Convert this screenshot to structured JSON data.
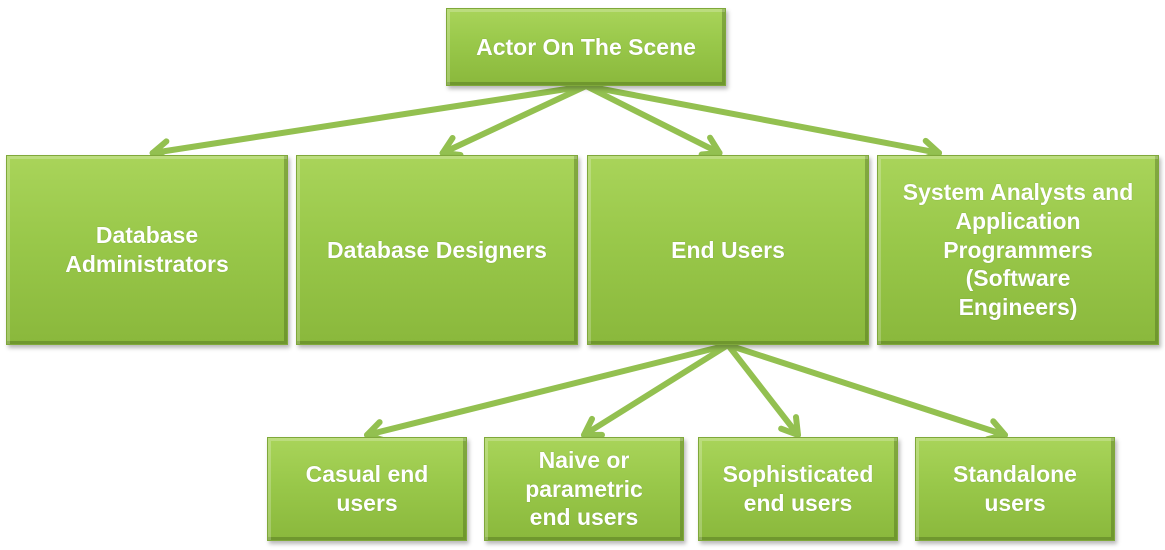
{
  "diagram": {
    "type": "hierarchy",
    "colors": {
      "box_fill": "#9dcb4c",
      "box_border": "#7fa83a",
      "arrow": "#93c050",
      "text": "#ffffff"
    },
    "root": {
      "id": "actor",
      "label": "Actor On The Scene"
    },
    "level1": [
      {
        "id": "dba",
        "label": "Database\nAdministrators"
      },
      {
        "id": "designers",
        "label": "Database Designers"
      },
      {
        "id": "endusers",
        "label": "End Users"
      },
      {
        "id": "analysts",
        "label": "System Analysts and\nApplication\nProgrammers\n(Software\nEngineers)"
      }
    ],
    "level2": [
      {
        "id": "casual",
        "label": "Casual end\nusers"
      },
      {
        "id": "naive",
        "label": "Naive or\nparametric\nend users"
      },
      {
        "id": "sophisticated",
        "label": "Sophisticated\nend users"
      },
      {
        "id": "standalone",
        "label": "Standalone\nusers"
      }
    ],
    "edges": [
      {
        "from": "actor",
        "to": "dba"
      },
      {
        "from": "actor",
        "to": "designers"
      },
      {
        "from": "actor",
        "to": "endusers"
      },
      {
        "from": "actor",
        "to": "analysts"
      },
      {
        "from": "endusers",
        "to": "casual"
      },
      {
        "from": "endusers",
        "to": "naive"
      },
      {
        "from": "endusers",
        "to": "sophisticated"
      },
      {
        "from": "endusers",
        "to": "standalone"
      }
    ]
  }
}
